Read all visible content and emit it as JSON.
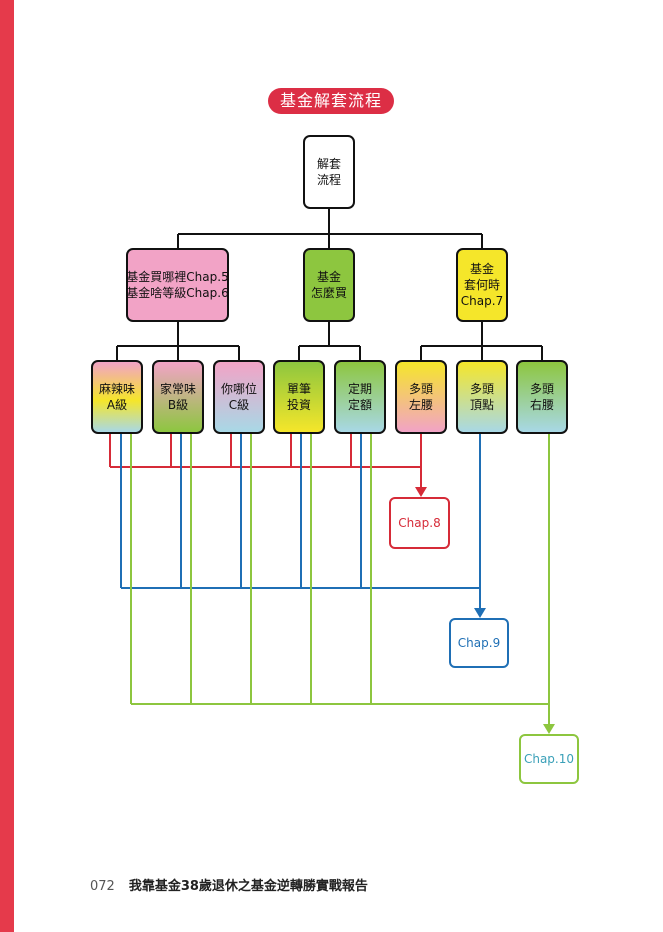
{
  "title": "基金解套流程",
  "root": {
    "line1": "解套",
    "line2": "流程"
  },
  "level1": [
    {
      "line1": "基金買哪裡Chap.5",
      "line2": "基金啥等級Chap.6"
    },
    {
      "line1": "基金",
      "line2": "怎麼買"
    },
    {
      "line1": "基金",
      "line2": "套何時",
      "line3": "Chap.7"
    }
  ],
  "level2": [
    {
      "line1": "麻辣味",
      "line2": "A級"
    },
    {
      "line1": "家常味",
      "line2": "B級"
    },
    {
      "line1": "你哪位",
      "line2": "C級"
    },
    {
      "line1": "單筆",
      "line2": "投資"
    },
    {
      "line1": "定期",
      "line2": "定額"
    },
    {
      "line1": "多頭",
      "line2": "左腰"
    },
    {
      "line1": "多頭",
      "line2": "頂點"
    },
    {
      "line1": "多頭",
      "line2": "右腰"
    }
  ],
  "chapters": {
    "chap8": "Chap.8",
    "chap9": "Chap.9",
    "chap10": "Chap.10"
  },
  "colors": {
    "accent": "#dc2e45",
    "red_path": "#d62b38",
    "blue_path": "#1f6fb5",
    "green_path": "#8dc63f",
    "pink": "#f2a3c6",
    "green": "#8dc63f",
    "yellow": "#f5e62a"
  },
  "footer": {
    "page": "072",
    "book": "我靠基金38歲退休之基金逆轉勝實戰報告"
  }
}
